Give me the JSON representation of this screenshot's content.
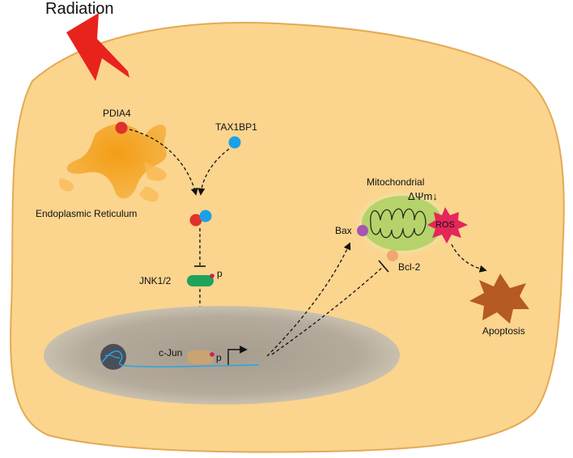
{
  "title": "Radiation",
  "labels": {
    "pdia4": "PDIA4",
    "tax1bp1": "TAX1BP1",
    "er": "Endoplasmic Reticulum",
    "jnk": "JNK1/2",
    "p_jnk": "p",
    "cjun": "c-Jun",
    "p_cjun": "p",
    "mito": "Mitochondrial",
    "delta": "ΔΨm↓",
    "ros": "ROS",
    "bax": "Bax",
    "bcl2": "Bcl-2",
    "apoptosis": "Apoptosis"
  },
  "colors": {
    "cell": "#fbd48e",
    "cell_stroke": "#e3aa55",
    "radiation": "#e8231d",
    "er": "#f4a416",
    "pdia4": "#e0312b",
    "tax1bp1": "#1aa0e6",
    "jnk": "#1ea35a",
    "phospho": "#c8205a",
    "nucleus": "#b7ad9e",
    "chromatin": "#4a4e59",
    "dna": "#2aa6e0",
    "cjun": "#caa372",
    "mito": "#b5d36a",
    "mito_glow": "#e2efb1",
    "ros": "#e4265b",
    "bax": "#a655b4",
    "bcl2": "#f0a673",
    "apoptosis": "#b45a22"
  }
}
